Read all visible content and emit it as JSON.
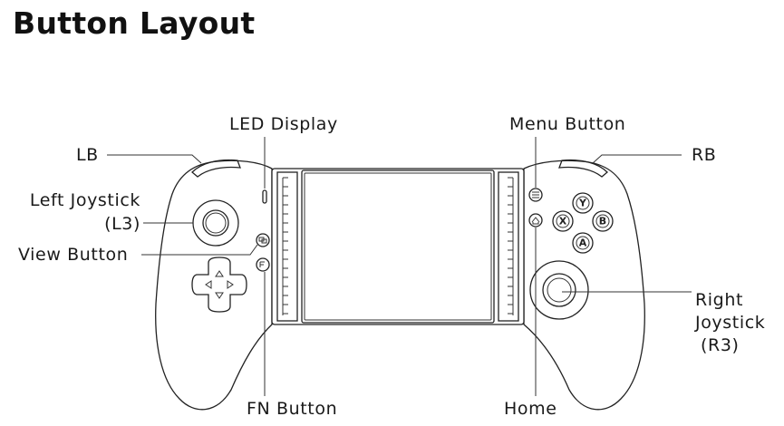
{
  "title": "Button Layout",
  "labels": {
    "lb": "LB",
    "led_display": "LED Display",
    "left_joystick_line1": "Left Joystick",
    "left_joystick_line2": "(L3)",
    "view_button": "View Button",
    "fn_button": "FN Button",
    "menu_button": "Menu Button",
    "rb": "RB",
    "right_joystick_line1": "Right",
    "right_joystick_line2": "Joystick",
    "right_joystick_line3": "(R3)",
    "home": "Home"
  },
  "face_buttons": {
    "y": "Y",
    "x": "X",
    "b": "B",
    "a": "A"
  }
}
